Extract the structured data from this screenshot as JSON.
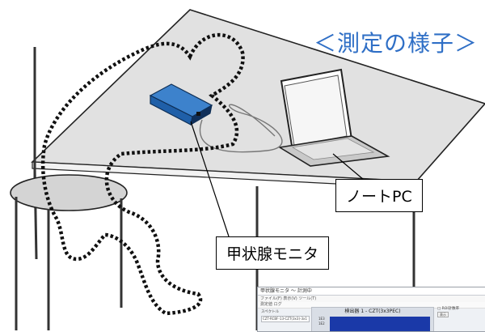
{
  "title": "＜測定の様子＞",
  "labels": {
    "notebook_pc": "ノートPC",
    "thyroid_monitor": "甲状腺モニタ"
  },
  "screenshot": {
    "window_title": "甲状腺モニタ ～ 計測中",
    "menu": "ファイル(F)  表示(V)  ツール(T)",
    "tab": "測定値  ログ",
    "panel_title": "検出器 1 - CZT(3x3PEC)",
    "left_label": "スペクトル",
    "left_field": "CZT-RCBF-13-CZT(3x3)-3x1",
    "right_check": "□ ROI計数率",
    "right_btn": "表示"
  },
  "colors": {
    "title": "#2f6fc6",
    "monitor_body": "#1f5fa8",
    "spectrum_bg": "#1a39a8"
  }
}
